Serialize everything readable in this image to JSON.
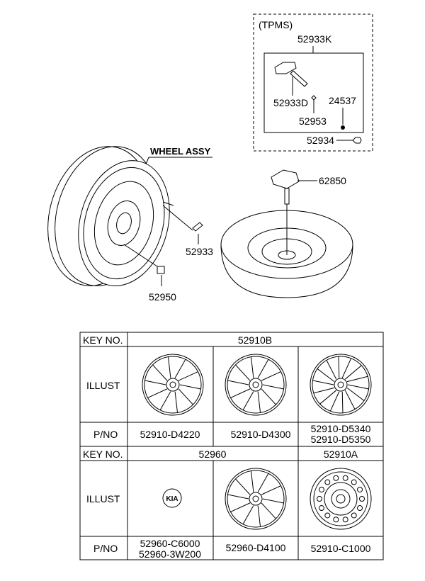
{
  "tpms": {
    "title": "(TPMS)",
    "assembly": "52933K",
    "parts": [
      "52933D",
      "52953",
      "24537",
      "52934"
    ]
  },
  "wheel": {
    "title": "WHEEL ASSY",
    "parts": [
      "52933",
      "52950"
    ]
  },
  "spare": {
    "part": "62850"
  },
  "table": {
    "row_labels": {
      "key": "KEY NO.",
      "illust": "ILLUST",
      "pno": "P/NO"
    },
    "section1": {
      "key": "52910B",
      "pnos": [
        [
          "52910-D4220"
        ],
        [
          "52910-D4300"
        ],
        [
          "52910-D5340",
          "52910-D5350"
        ]
      ]
    },
    "section2": {
      "keys": [
        "52960",
        "52910A"
      ],
      "pnos": [
        [
          "52960-C6000",
          "52960-3W200"
        ],
        [
          "52960-D4100"
        ],
        [
          "52910-C1000"
        ]
      ],
      "logo_text": "KIA"
    }
  }
}
